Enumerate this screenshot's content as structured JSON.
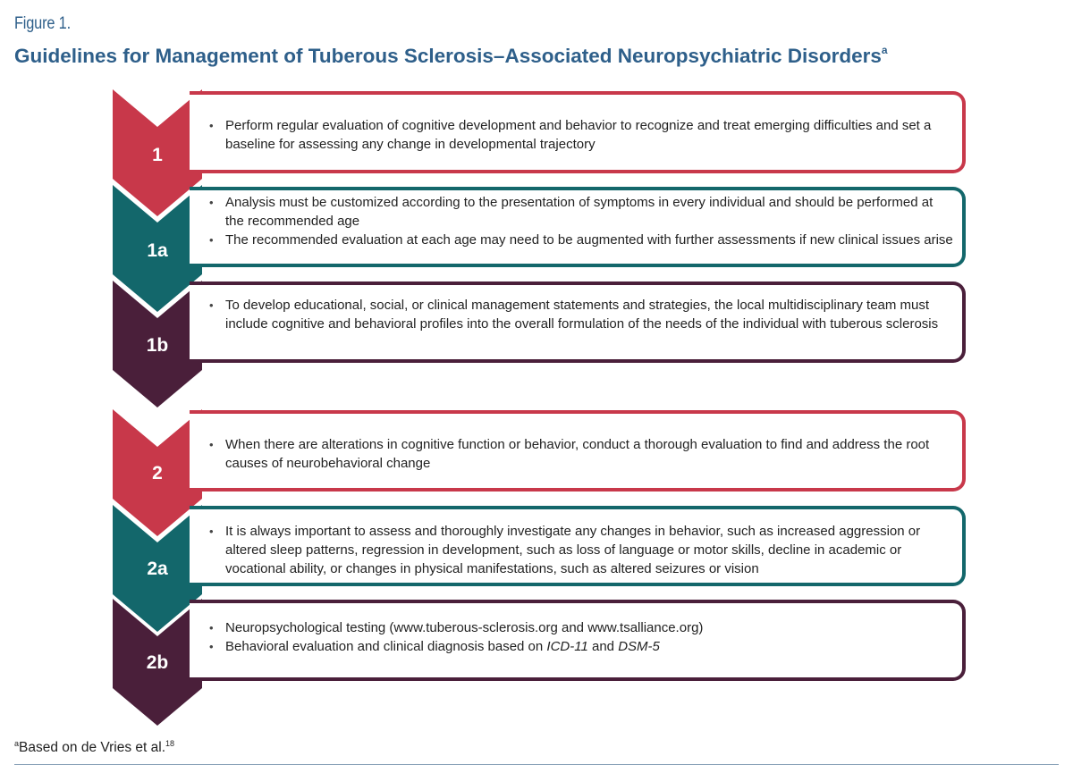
{
  "figure": {
    "label": "Figure 1.",
    "title": "Guidelines for Management of Tuberous Sclerosis–Associated Neuropsychiatric Disorders",
    "title_sup": "a"
  },
  "colors": {
    "title_blue": "#2e5f8a",
    "red": "#c8384a",
    "teal": "#13676b",
    "plum": "#4a1f3a"
  },
  "steps": [
    {
      "label": "1",
      "color": "red",
      "bullets": [
        "Perform regular evaluation of cognitive development and behavior to recognize and treat emerging difficulties and set a baseline for assessing any change in developmental trajectory"
      ]
    },
    {
      "label": "1a",
      "color": "teal",
      "bullets": [
        "Analysis must be customized according to the presentation of symptoms in every individual and should be performed at the recommended age",
        "The recommended  evaluation at each age may need to be augmented with further assessments if new clinical issues arise"
      ]
    },
    {
      "label": "1b",
      "color": "plum",
      "bullets": [
        "To develop educational, social, or clinical management statements and strategies, the local multidisciplinary team must include cognitive and behavioral profiles into the overall formulation of the needs of the individual with tuberous sclerosis"
      ]
    },
    {
      "label": "2",
      "color": "red",
      "bullets": [
        "When there are alterations in cognitive function or behavior, conduct a thorough evaluation to find and address the root causes of neurobehavioral change"
      ]
    },
    {
      "label": "2a",
      "color": "teal",
      "bullets": [
        "It is always important to assess and thoroughly investigate any changes in behavior, such as increased aggression or altered sleep patterns, regression in development, such as loss of language or motor skills, decline in academic or vocational ability, or changes in physical manifestations, such as altered seizures or vision"
      ]
    },
    {
      "label": "2b",
      "color": "plum",
      "bullets": [
        "Neuropsychological testing (www.tuberous-sclerosis.org and www.tsalliance.org)"
      ],
      "bullet_rich": {
        "prefix": "Behavioral evaluation and clinical diagnosis based on ",
        "italic1": "ICD-11",
        "mid": " and ",
        "italic2": "DSM-5"
      }
    }
  ],
  "footnote": {
    "marker": "a",
    "text": "Based on de Vries et al.",
    "ref": "18"
  }
}
